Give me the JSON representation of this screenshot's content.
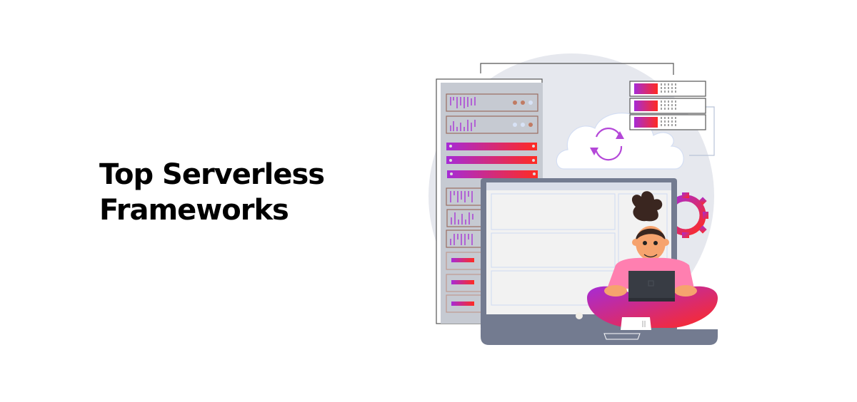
{
  "headline": {
    "line1": "Top Serverless",
    "line2": "Frameworks"
  },
  "illustration": {
    "description": "Server rack, cloud with sync arrows, stacked storage units, gear, and a large monitor with a person sitting cross-legged using a laptop",
    "colors": {
      "background_circle": "#e6e8ee",
      "rack_fill": "#c6cad2",
      "monitor_frame": "#737b90",
      "monitor_screen": "#f2f2f2",
      "gradient_start": "#a62bd6",
      "gradient_end": "#ff2b22",
      "shirt": "#ff7fb0",
      "skin": "#f6a36e",
      "hair": "#3a2620",
      "laptop": "#383c44"
    }
  }
}
